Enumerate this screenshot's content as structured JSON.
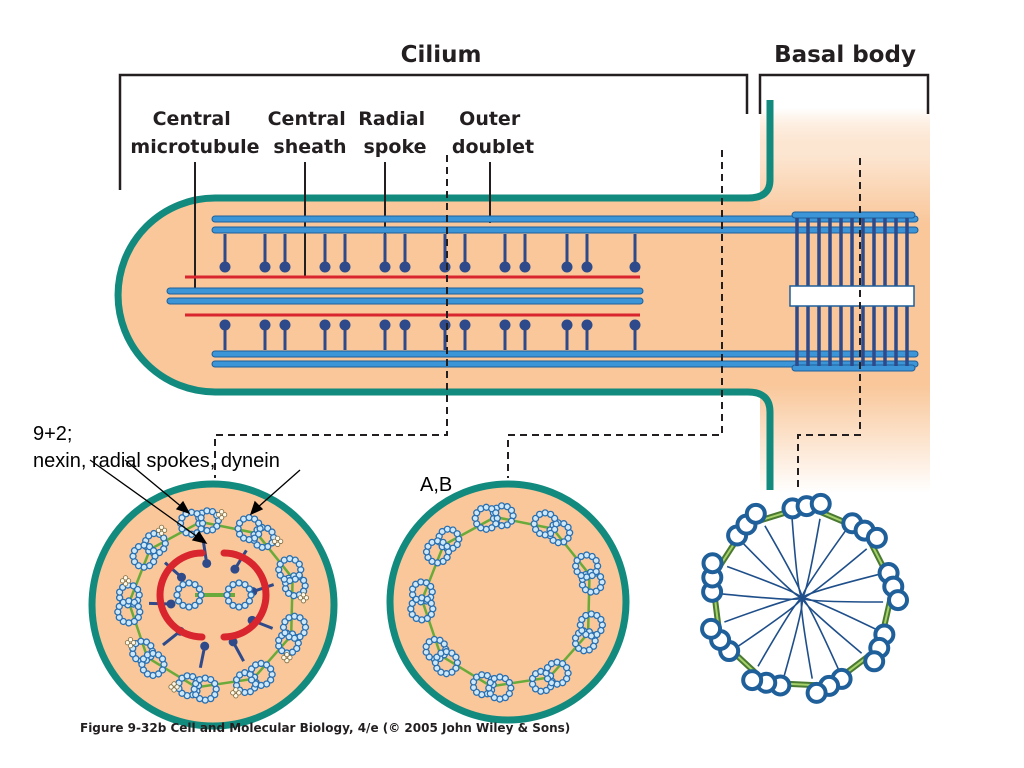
{
  "headers": {
    "cilium": "Cilium",
    "basal_body": "Basal body"
  },
  "labels": {
    "central_microtubule": [
      "Central",
      "microtubule"
    ],
    "central_sheath": [
      "Central",
      "sheath"
    ],
    "radial_spoke": [
      "Radial",
      "spoke"
    ],
    "outer_doublet": [
      "Outer",
      "doublet"
    ]
  },
  "annotations": {
    "nine_plus_two": "9+2;",
    "structures": "nexin, radial spokes, dynein",
    "ab": "A,B"
  },
  "caption": "Figure 9-32b  Cell and Molecular Biology, 4/e (© 2005 John Wiley & Sons)",
  "colors": {
    "membrane": "#128a7e",
    "cytoplasm": "#f9c79a",
    "microtubule": "#3b95d6",
    "spoke": "#2e4a8a",
    "sheath": "#d9252d",
    "nexin": "#6aaa3a",
    "triplet_link": "#4a7a32"
  }
}
